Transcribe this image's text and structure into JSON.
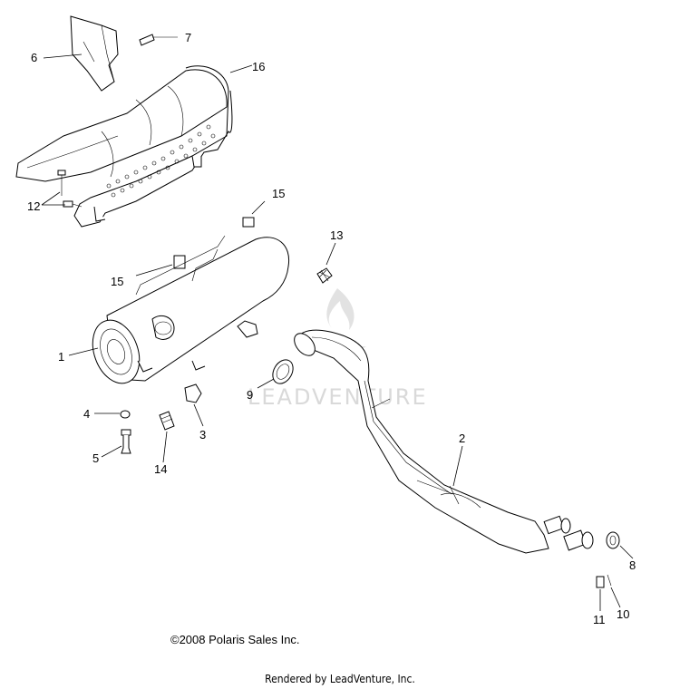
{
  "watermark": "LEADVENTURE",
  "callouts": {
    "c1": "1",
    "c2": "2",
    "c3": "3",
    "c4": "4",
    "c5": "5",
    "c6": "6",
    "c7": "7",
    "c8": "8",
    "c9": "9",
    "c10": "10",
    "c11": "11",
    "c12": "12",
    "c13": "13",
    "c14": "14",
    "c15a": "15",
    "c15b": "15",
    "c16": "16"
  },
  "footer": {
    "copyright": "©2008 Polaris Sales Inc.",
    "rendered_by": "Rendered by LeadVenture, Inc."
  }
}
